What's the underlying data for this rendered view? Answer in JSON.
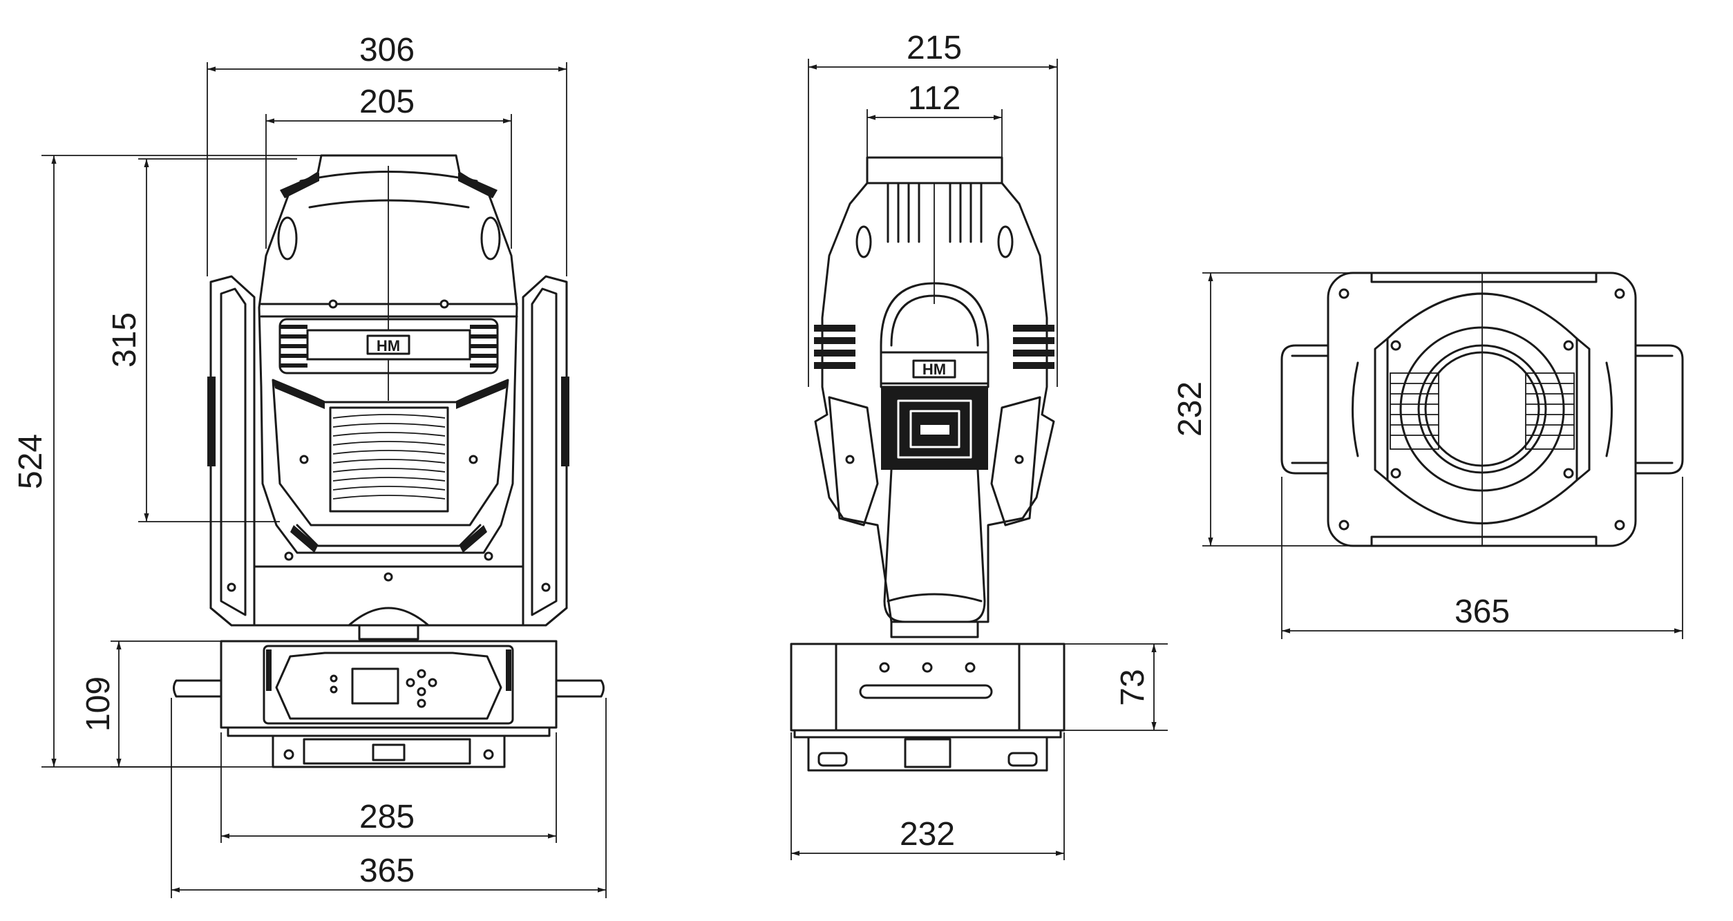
{
  "logo_mark": "HM",
  "dimensions": {
    "front_overall_width": "306",
    "front_head_width": "205",
    "front_head_height": "315",
    "front_total_height": "524",
    "front_base_height": "109",
    "front_base_width": "285",
    "front_base_handle_width": "365",
    "side_overall_width": "215",
    "side_top_width": "112",
    "side_base_height": "73",
    "side_base_width": "232",
    "top_height": "232",
    "top_width": "365"
  }
}
